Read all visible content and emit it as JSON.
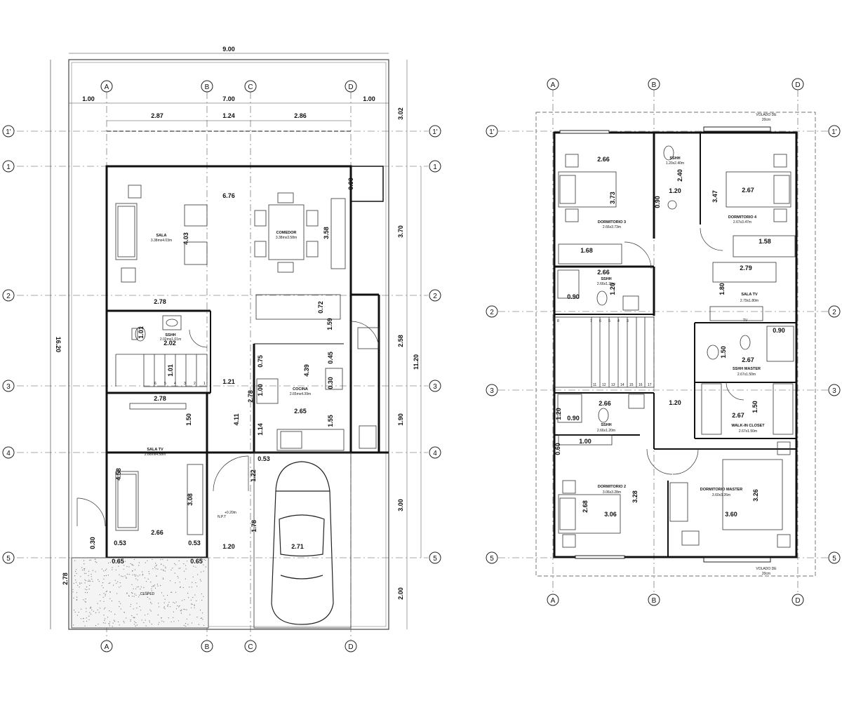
{
  "floor1": {
    "axes_top": [
      "A",
      "B",
      "C",
      "D"
    ],
    "axes_rows": [
      "1'",
      "1",
      "2",
      "3",
      "4",
      "5"
    ],
    "overall_width": "9.00",
    "overall_depth": "16.20",
    "top_dims": {
      "left": "1.00",
      "middle": "7.00",
      "right": "1.00",
      "a": "2.87",
      "b": "1.24",
      "c": "2.86"
    },
    "right_dims": {
      "d1": "3.02",
      "d2": "3.70",
      "d3": "2.58",
      "d4": "1.90",
      "d5": "3.00",
      "d6": "2.00",
      "total": "11.20"
    },
    "rooms": {
      "sala": {
        "name": "SALA",
        "size": "3.38mx4.03m"
      },
      "comedor": {
        "name": "COMEDOR",
        "size": "3.38mx3.58m"
      },
      "sshh": {
        "name": "SSHH",
        "size": "2.02mx1.01m"
      },
      "cocina": {
        "name": "COCINA",
        "size": "2.65mx4.39m"
      },
      "salatv": {
        "name": "SALA TV",
        "size": "2.66mx4.58m"
      },
      "cesped": {
        "name": "CESPED"
      }
    },
    "inner_dims": {
      "d676": "6.76",
      "d403": "4.03",
      "d358": "3.58",
      "d090": "0.90",
      "d278a": "2.78",
      "d072": "0.72",
      "d159": "1.59",
      "d101": "1.01",
      "d202": "2.02",
      "d101b": "1.01",
      "d075": "0.75",
      "d045": "0.45",
      "d439": "4.39",
      "d121": "1.21",
      "d100": "1.00",
      "d030": "0.30",
      "d278b": "2.78",
      "d265": "2.65",
      "d278c": "2.78",
      "d150": "1.50",
      "d411": "4.11",
      "d114": "1.14",
      "d155": "1.55",
      "d053a": "0.53",
      "d122": "1.22",
      "d458": "4.58",
      "d308": "3.08",
      "d178": "1.78",
      "d271": "2.71",
      "d266": "2.66",
      "d053b": "0.53",
      "d053c": "0.53",
      "d120": "1.20",
      "d030b": "0.30",
      "d065a": "0.65",
      "d065b": "0.65",
      "d278d": "2.78"
    },
    "stair_steps": [
      "6",
      "5",
      "4",
      "3",
      "2",
      "1"
    ],
    "level": "+0.20m",
    "level_label": "N.P.T"
  },
  "floor2": {
    "axes_top": [
      "A",
      "B",
      "D"
    ],
    "axes_rows": [
      "1'",
      "1",
      "2",
      "3",
      "4",
      "5"
    ],
    "volado_top": "VOLADO DE\n20cm",
    "volado_bottom": "VOLADO DE\n20cm",
    "rooms": {
      "d3": {
        "name": "DORMITORIO 3",
        "size": "2.66x3.73m"
      },
      "sshh_top": {
        "name": "SSHH",
        "size": "1.20x2.40m"
      },
      "d4": {
        "name": "DORMITORIO 4",
        "size": "2.67x3.47m"
      },
      "sshh_mid": {
        "name": "SSHH",
        "size": "2.66x1.20m"
      },
      "salatv": {
        "name": "SALA TV",
        "size": "2.79x1.80m"
      },
      "sshh_master": {
        "name": "SSHH MASTER",
        "size": "2.67x1.50m"
      },
      "sshh_low": {
        "name": "SSHH",
        "size": "2.66x1.20m"
      },
      "walkin": {
        "name": "WALK-IN CLOSET",
        "size": "2.67x1.50m"
      },
      "d2": {
        "name": "DORMITORIO 2",
        "size": "3.06x3.28m"
      },
      "master": {
        "name": "DORMITORIO MASTER",
        "size": "3.60x3.26m"
      },
      "tv": "TV"
    },
    "inner_dims": {
      "a266": "2.66",
      "a373": "3.73",
      "a168": "1.68",
      "a120": "1.20",
      "a240": "2.40",
      "a090": "0.90",
      "a267": "2.67",
      "a347": "3.47",
      "a158": "1.58",
      "a266b": "2.66",
      "a120b": "1.20",
      "a090b": "0.90",
      "a279": "2.79",
      "a180": "1.80",
      "a090c": "0.90",
      "a150": "1.50",
      "a267b": "2.67",
      "a266c": "2.66",
      "a120c": "1.20",
      "a120d": "1.20",
      "a090d": "0.90",
      "a267c": "2.67",
      "a150b": "1.50",
      "a100": "1.00",
      "a060": "0.60",
      "a268": "2.68",
      "a306": "3.06",
      "a328": "3.28",
      "a360": "3.60",
      "a326": "3.26"
    },
    "stair_top": [
      "8",
      "7",
      "6",
      "5",
      "4",
      "3"
    ],
    "stair_bottom": [
      "11",
      "12",
      "13",
      "14",
      "15",
      "16",
      "17"
    ]
  }
}
